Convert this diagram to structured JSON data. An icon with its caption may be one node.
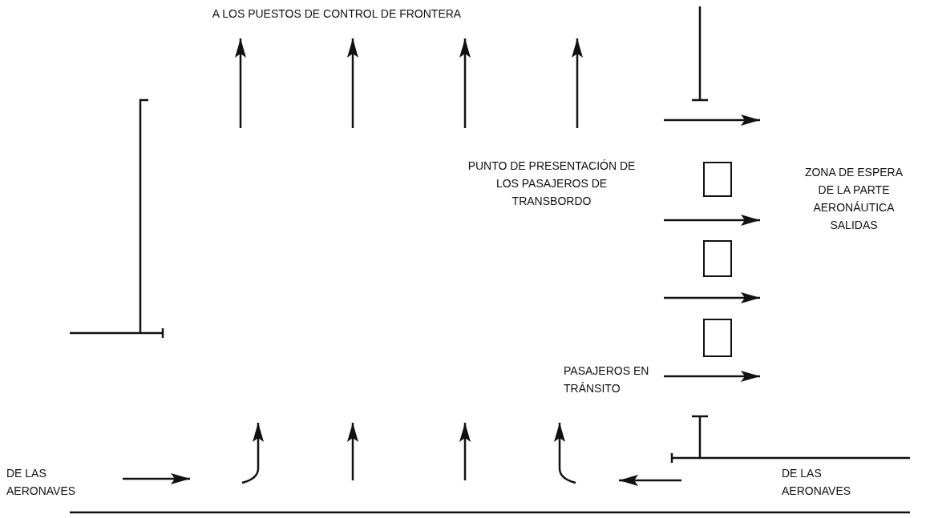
{
  "diagram": {
    "nodes": [
      {
        "text": [],
        "shape": "box"
      },
      {
        "text": [],
        "shape": "box"
      },
      {
        "text": [],
        "shape": "box"
      }
    ],
    "labels": [
      "A LOS PUESTOS DE CONTROL DE FRONTERA",
      "ZONA DE ESPERA DE LA PARTE AERONÁUTICA SALIDAS",
      "PUNTO DE PRESENTACIÓN DE LOS PASAJEROS DE TRANSBORDO",
      "PASAJEROS EN TRÁNSITO",
      "DE LAS AERONAVES",
      "DE LAS AERONAVES"
    ]
  }
}
